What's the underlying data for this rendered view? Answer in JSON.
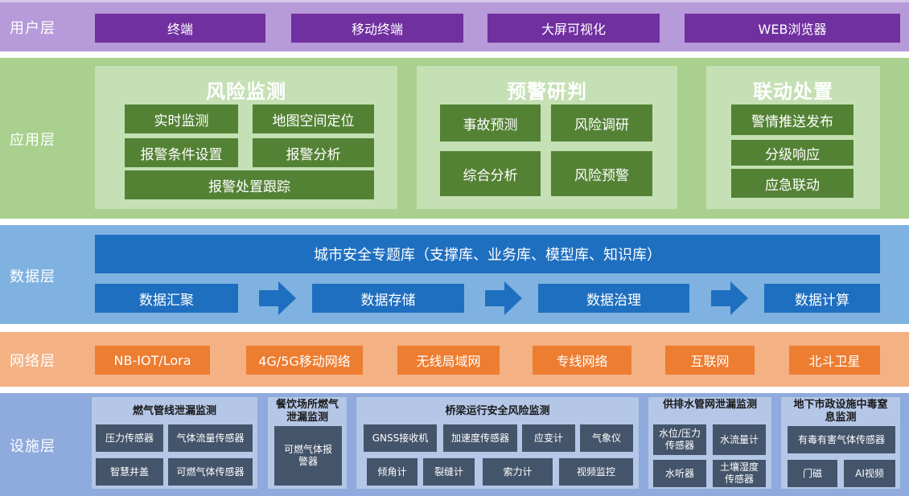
{
  "layers": {
    "user": {
      "label": "用户层",
      "items": [
        "终端",
        "移动终端",
        "大屏可视化",
        "WEB浏览器"
      ]
    },
    "app": {
      "label": "应用层",
      "panels": [
        {
          "title": "风险监测",
          "items": [
            "实时监测",
            "地图空间定位",
            "报警条件设置",
            "报警分析",
            "报警处置跟踪"
          ]
        },
        {
          "title": "预警研判",
          "items": [
            "事故预测",
            "风险调研",
            "综合分析",
            "风险预警"
          ]
        },
        {
          "title": "联动处置",
          "items": [
            "警情推送发布",
            "分级响应",
            "应急联动"
          ]
        }
      ]
    },
    "data": {
      "label": "数据层",
      "bar": "城市安全专题库（支撑库、业务库、模型库、知识库）",
      "steps": [
        "数据汇聚",
        "数据存储",
        "数据治理",
        "数据计算"
      ]
    },
    "network": {
      "label": "网络层",
      "items": [
        "NB-IOT/Lora",
        "4G/5G移动网络",
        "无线局域网",
        "专线网络",
        "互联网",
        "北斗卫星"
      ]
    },
    "facility": {
      "label": "设施层",
      "groups": [
        {
          "title": "燃气管线泄漏监测",
          "items": [
            "压力传感器",
            "气体流量传感器",
            "智慧井盖",
            "可燃气体传感器"
          ]
        },
        {
          "title": "餐饮场所燃气泄漏监测",
          "items": [
            "可燃气体报警器"
          ]
        },
        {
          "title": "桥梁运行安全风险监测",
          "items": [
            "GNSS接收机",
            "加速度传感器",
            "应变计",
            "气象仪",
            "倾角计",
            "裂缝计",
            "索力计",
            "视频监控"
          ]
        },
        {
          "title": "供排水管网泄漏监测",
          "items": [
            "水位/压力传感器",
            "水流量计",
            "水听器",
            "土壤湿度传感器"
          ]
        },
        {
          "title": "地下市政设施中毒窒息监测",
          "items": [
            "有毒有害气体传感器",
            "门磁",
            "AI视频"
          ]
        }
      ]
    }
  },
  "colors": {
    "user_bg": "#b79ad9",
    "user_box": "#7030a0",
    "app_bg": "#a9d08e",
    "app_panel": "#c5e0b4",
    "app_box": "#548235",
    "data_bg": "#7fb2e0",
    "data_box": "#1f6fc0",
    "net_bg": "#f4b183",
    "net_box": "#ed7d31",
    "fac_bg": "#8faadc",
    "fac_group": "#b4c7e7",
    "fac_box": "#44546a"
  }
}
